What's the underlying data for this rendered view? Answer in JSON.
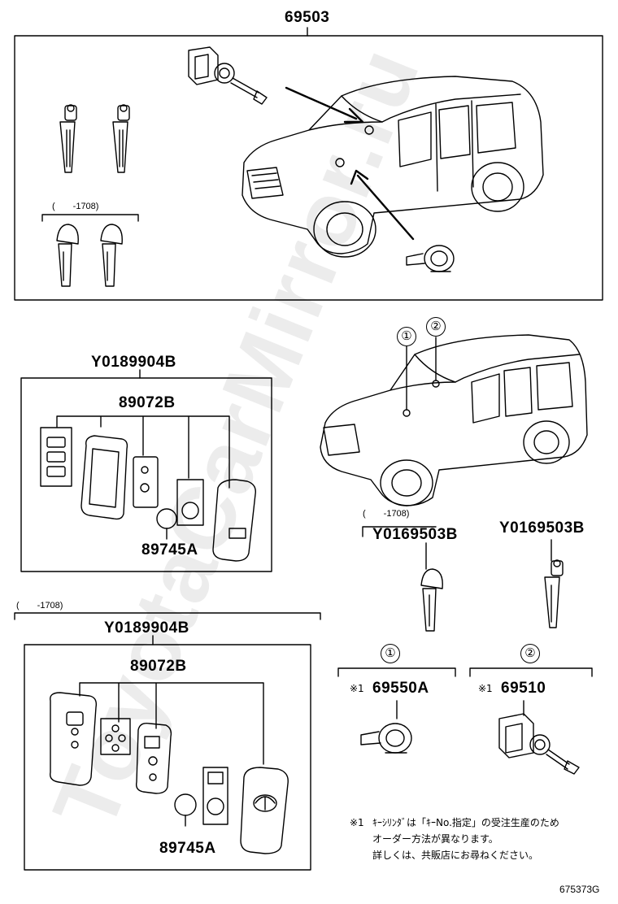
{
  "watermark": "ToyotaCarMirror.ru",
  "assemblies": {
    "key_cylinder_set": "69503",
    "smart_key_a": "Y0189904B",
    "smart_key_b": "Y0189904B",
    "key_a": "Y0169503B",
    "key_b": "Y0169503B"
  },
  "parts": {
    "transmitter_housing_a": "89072B",
    "transmitter_housing_b": "89072B",
    "battery_a": "89745A",
    "battery_b": "89745A",
    "door_cylinder": "69550A",
    "ignition_cylinder": "69510",
    "door_cylinder_mark": "※1",
    "ignition_cylinder_mark": "※1"
  },
  "date_ranges": {
    "top_keys": "(　　-1708)",
    "key_a": "(　　-1708)",
    "smart_key_b": "(　　-1708)"
  },
  "callouts": {
    "one": "①",
    "two": "②",
    "detail_one": "①",
    "detail_two": "②"
  },
  "footnote": {
    "mark": "※1",
    "line1": "ｷｰｼﾘﾝﾀﾞは「ｷｰNo.指定」の受注生産のため",
    "line2": "オーダー方法が異なります。",
    "line3": "詳しくは、共販店にお尋ねください。"
  },
  "illustration_code": "675373G"
}
